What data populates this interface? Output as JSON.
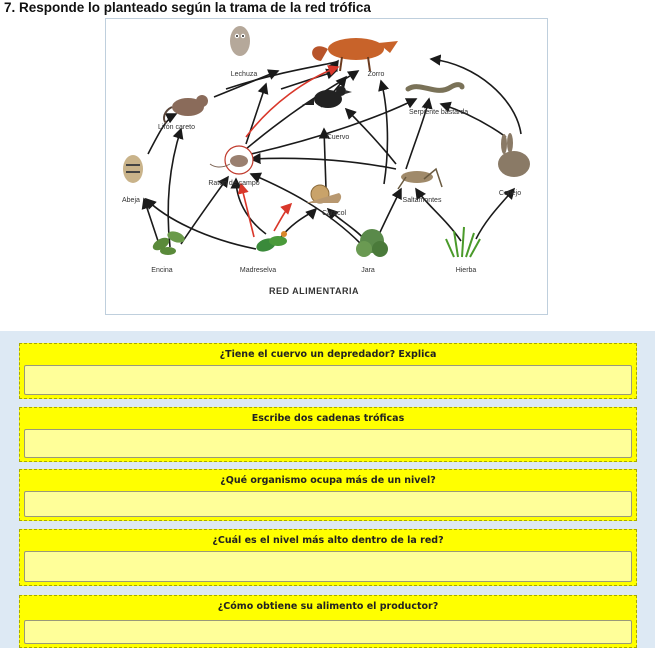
{
  "heading": "7.  Responde lo planteado según la trama de la red trófica",
  "food_web": {
    "title": "RED ALIMENTARIA",
    "organisms": {
      "lechuza": "Lechuza",
      "zorro": "Zorro",
      "serpiente": "Serpiente bastarda",
      "liron": "Lirón careto",
      "cuervo": "Cuervo",
      "raton": "Ratón de campo",
      "abeja": "Abeja",
      "caracol": "Caracol",
      "saltamontes": "Saltamontes",
      "conejo": "Conejo",
      "encina": "Encina",
      "madreselva": "Madreselva",
      "jara": "Jara",
      "hierba": "Hierba"
    }
  },
  "questions": [
    {
      "text": "¿Tiene el cuervo un depredador? Explica",
      "answer": ""
    },
    {
      "text": "Escribe dos cadenas tróficas",
      "answer": ""
    },
    {
      "text": "¿Qué organismo ocupa más de un nivel?",
      "answer": ""
    },
    {
      "text": "¿Cuál es el nivel más alto dentro de la red?",
      "answer": ""
    },
    {
      "text": "¿Cómo obtiene su alimento el productor?",
      "answer": ""
    }
  ],
  "colors": {
    "question_bg": "#ffff00",
    "answer_bg": "#ffff99",
    "panel_bg": "#dde9f4",
    "arrow": "#1a1a1a",
    "arrow_red": "#d9372a"
  }
}
